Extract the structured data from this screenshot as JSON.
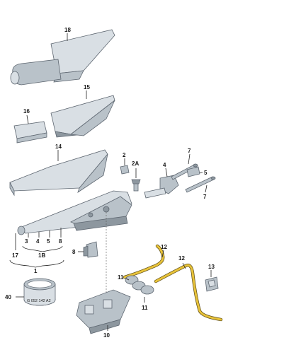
{
  "diagram": {
    "parts": {
      "p18": "18",
      "p15": "15",
      "p16": "16",
      "p14": "14",
      "p2": "2",
      "p2a": "2A",
      "p4": "4",
      "p7_top": "7",
      "p5": "5",
      "p7_bottom": "7",
      "p17": "17",
      "p3": "3",
      "p4_group": "4",
      "p5_group": "5",
      "p8_group": "8",
      "p1b": "1B",
      "p1": "1",
      "p8": "8",
      "p12_a": "12",
      "p12_b": "12",
      "p13": "13",
      "p11_a": "11",
      "p11_b": "11",
      "p40": "40",
      "p10": "10"
    },
    "ring_text": "G 052 142 A2"
  },
  "colors": {
    "highlight": "#e7c23a",
    "part_fill": "#b9c2c9",
    "part_shadow": "#8d979f"
  }
}
